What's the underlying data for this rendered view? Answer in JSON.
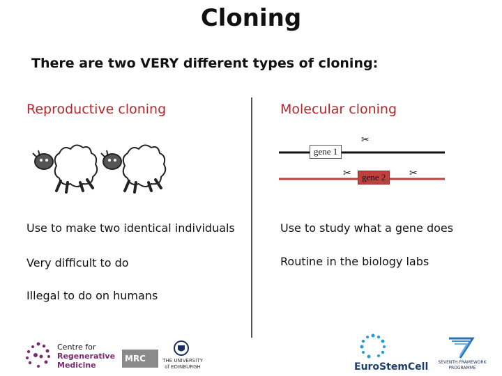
{
  "title": "Cloning",
  "subtitle": "There are two VERY different types of cloning:",
  "left": {
    "heading": "Reproductive cloning",
    "points": [
      "Use to make two identical individuals",
      "Very difficult to do",
      "Illegal to do on humans"
    ]
  },
  "right": {
    "heading": "Molecular cloning",
    "gene1": "gene 1",
    "gene2": "gene 2",
    "points": [
      "Use to study what a gene does",
      "Routine in the biology labs"
    ]
  },
  "logos": {
    "crm": [
      "Centre for",
      "Regenerative",
      "Medicine"
    ],
    "mrc": "MRC",
    "edinburgh": [
      "THE UNIVERSITY",
      "of EDINBURGH"
    ],
    "eurostemcell": "EuroStemCell",
    "fp7": [
      "SEVENTH FRAMEWORK",
      "PROGRAMME"
    ]
  },
  "colors": {
    "accent": "#b3262b",
    "dna_red": "#c0403f",
    "dna_black": "#111111"
  }
}
